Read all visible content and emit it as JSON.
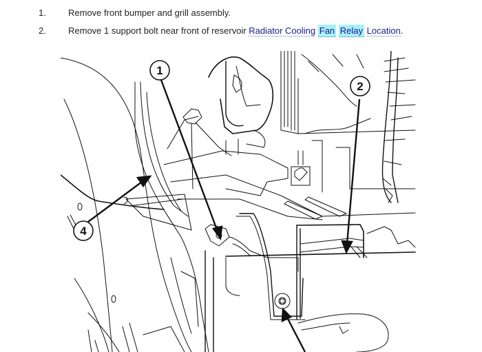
{
  "steps": [
    {
      "number": "1.",
      "text": "Remove front bumper and grill assembly."
    },
    {
      "number": "2.",
      "text": "Remove 1 support bolt near front of reservoir ",
      "link": {
        "word1": "Radiator Cooling",
        "word2": "Fan",
        "word3": "Relay",
        "word4": "Location",
        "trailing": "."
      }
    }
  ],
  "figure": {
    "callouts": [
      "1",
      "2",
      "4"
    ]
  },
  "colors": {
    "link": "#1a1a8c",
    "highlight": "#a6f0fb",
    "line": "#111111"
  }
}
